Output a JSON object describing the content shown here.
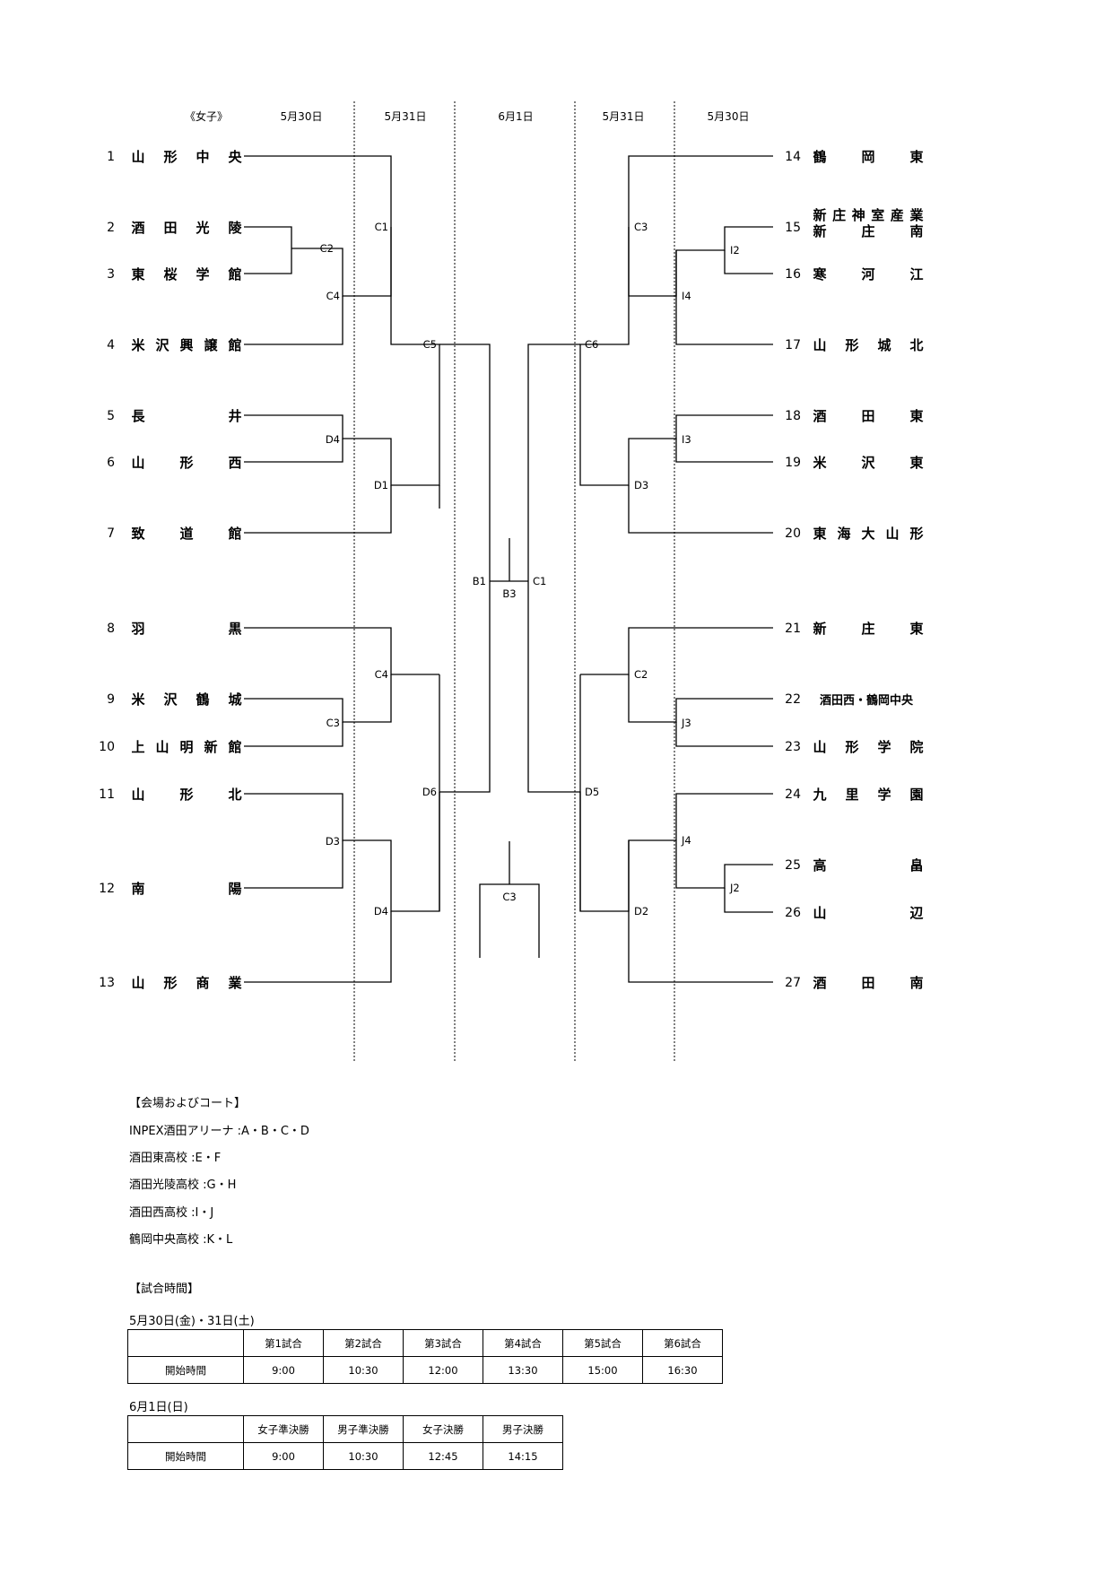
{
  "bracket": {
    "section_title": "《女子》",
    "left_dates": [
      "5月30日",
      "5月31日"
    ],
    "center_date": "6月1日",
    "right_dates": [
      "5月31日",
      "5月30日"
    ],
    "left_teams": [
      {
        "seed": "1",
        "chars": [
          "山",
          "形",
          "中",
          "央"
        ]
      },
      {
        "seed": "2",
        "chars": [
          "酒",
          "田",
          "光",
          "陵"
        ]
      },
      {
        "seed": "3",
        "chars": [
          "東",
          "桜",
          "学",
          "館"
        ]
      },
      {
        "seed": "4",
        "chars": [
          "米",
          "沢",
          "興",
          "譲",
          "館"
        ]
      },
      {
        "seed": "5",
        "chars": [
          "長",
          "井"
        ]
      },
      {
        "seed": "6",
        "chars": [
          "山",
          "形",
          "西"
        ]
      },
      {
        "seed": "7",
        "chars": [
          "致",
          "道",
          "館"
        ]
      },
      {
        "seed": "8",
        "chars": [
          "羽",
          "黒"
        ]
      },
      {
        "seed": "9",
        "chars": [
          "米",
          "沢",
          "鶴",
          "城"
        ]
      },
      {
        "seed": "10",
        "chars": [
          "上",
          "山",
          "明",
          "新",
          "館"
        ]
      },
      {
        "seed": "11",
        "chars": [
          "山",
          "形",
          "北"
        ]
      },
      {
        "seed": "12",
        "chars": [
          "南",
          "陽"
        ]
      },
      {
        "seed": "13",
        "chars": [
          "山",
          "形",
          "商",
          "業"
        ]
      }
    ],
    "right_teams": [
      {
        "seed": "14",
        "chars": [
          "鶴",
          "岡",
          "東"
        ]
      },
      {
        "seed": "15",
        "chars": [
          "新",
          "庄",
          "神",
          "室",
          "産",
          "業"
        ],
        "chars2": [
          "新",
          "庄",
          "南"
        ]
      },
      {
        "seed": "16",
        "chars": [
          "寒",
          "河",
          "江"
        ]
      },
      {
        "seed": "17",
        "chars": [
          "山",
          "形",
          "城",
          "北"
        ]
      },
      {
        "seed": "18",
        "chars": [
          "酒",
          "田",
          "東"
        ]
      },
      {
        "seed": "19",
        "chars": [
          "米",
          "沢",
          "東"
        ]
      },
      {
        "seed": "20",
        "chars": [
          "東",
          "海",
          "大",
          "山",
          "形"
        ]
      },
      {
        "seed": "21",
        "chars": [
          "新",
          "庄",
          "東"
        ]
      },
      {
        "seed": "22",
        "chars": [
          "酒田西・鶴岡中央"
        ]
      },
      {
        "seed": "23",
        "chars": [
          "山",
          "形",
          "学",
          "院"
        ]
      },
      {
        "seed": "24",
        "chars": [
          "九",
          "里",
          "学",
          "園"
        ]
      },
      {
        "seed": "25",
        "chars": [
          "高",
          "畠"
        ]
      },
      {
        "seed": "26",
        "chars": [
          "山",
          "辺"
        ]
      },
      {
        "seed": "27",
        "chars": [
          "酒",
          "田",
          "南"
        ]
      }
    ],
    "left_matches": {
      "r1": [
        "C2",
        "D4",
        "C3",
        "D3"
      ],
      "r2": [
        "C4",
        "C1",
        "D1",
        "C4",
        "D4"
      ],
      "r3": [
        "C5",
        "D6"
      ]
    },
    "right_matches": {
      "r1": [
        "I2",
        "I3",
        "J3",
        "J2"
      ],
      "r2": [
        "I4",
        "J4"
      ],
      "r3": [
        "C3",
        "D3",
        "C2",
        "D2"
      ],
      "r4": [
        "C6",
        "D5"
      ]
    },
    "semifinal_left": "B1",
    "semifinal_right": "C1",
    "final": "B3",
    "third_place": "C3"
  },
  "venues": {
    "heading": "【会場およびコート】",
    "lines": [
      "INPEX酒田アリーナ :A・B・C・D",
      "酒田東高校 :E・F",
      "酒田光陵高校 :G・H",
      "酒田西高校 :I・J",
      "鶴岡中央高校 :K・L"
    ]
  },
  "times": {
    "heading": "【試合時間】",
    "day1_label": "5月30日(金)・31日(土)",
    "day1_headers": [
      "第1試合",
      "第2試合",
      "第3試合",
      "第4試合",
      "第5試合",
      "第6試合"
    ],
    "row_label": "開始時間",
    "day1_times": [
      "9:00",
      "10:30",
      "12:00",
      "13:30",
      "15:00",
      "16:30"
    ],
    "day2_label": "6月1日(日)",
    "day2_headers": [
      "女子準決勝",
      "男子準決勝",
      "女子決勝",
      "男子決勝"
    ],
    "day2_times": [
      "9:00",
      "10:30",
      "12:45",
      "14:15"
    ]
  }
}
